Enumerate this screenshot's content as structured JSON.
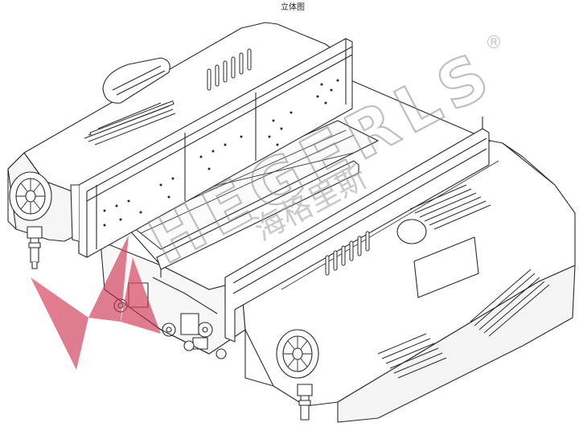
{
  "figure": {
    "caption": "立体图",
    "watermark_latin": "HEGERLS",
    "watermark_chinese": "海格里斯",
    "registered_mark": "®"
  },
  "colors": {
    "line": "#2a2a2a",
    "fill": "#ffffff",
    "shade": "#f3f3f3",
    "watermark": "#9a9a9a",
    "logo_red": "#d63a55"
  }
}
